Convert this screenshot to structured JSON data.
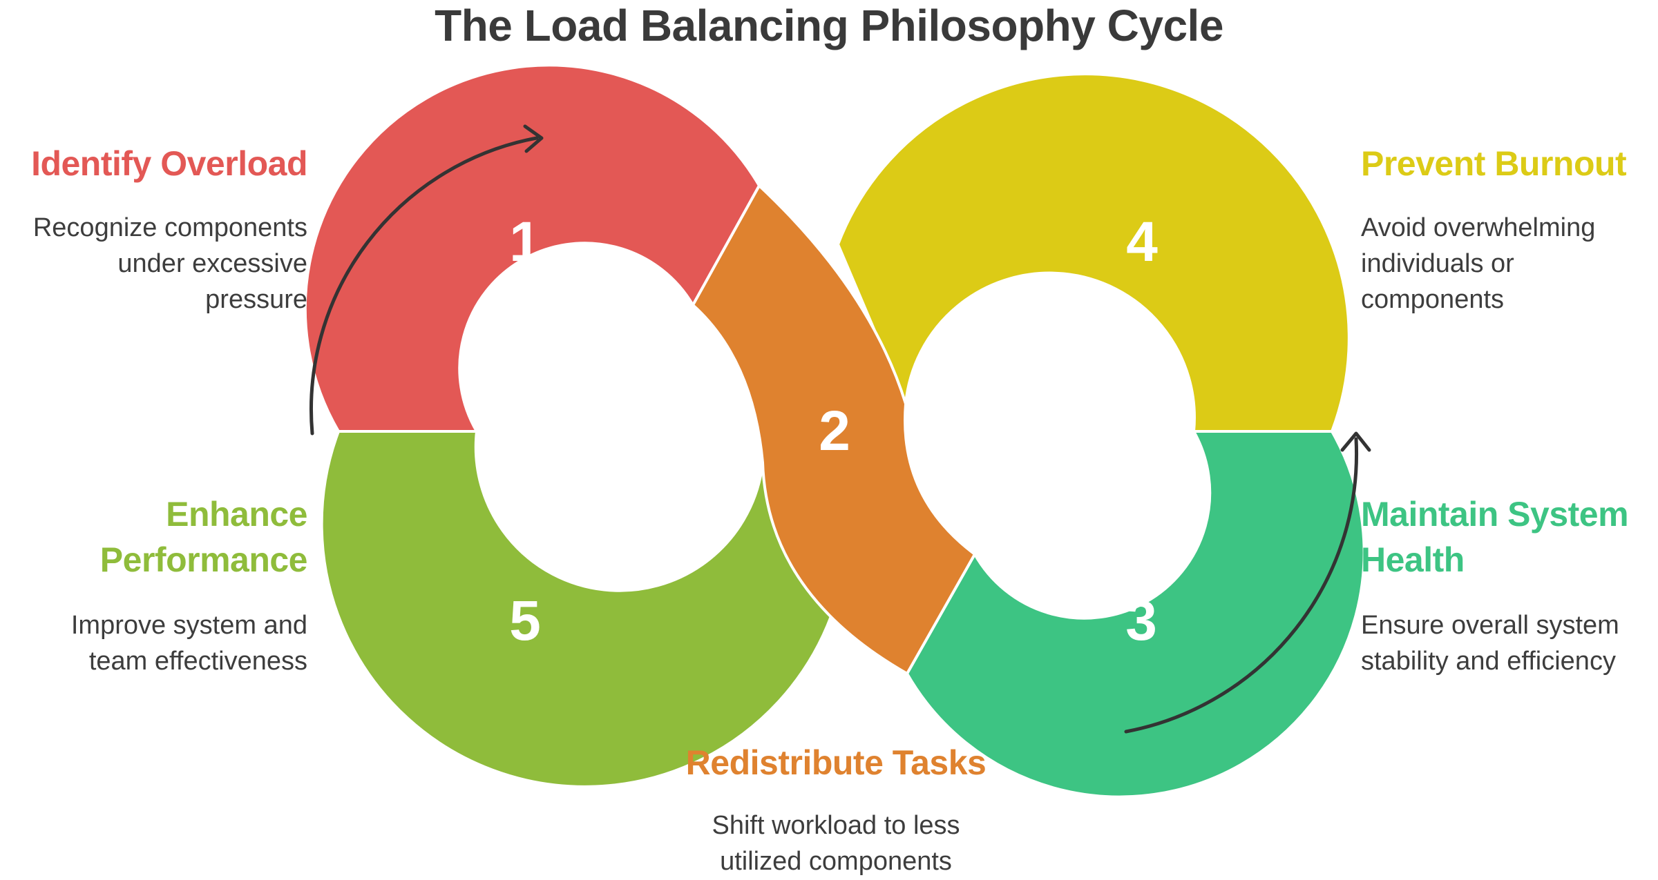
{
  "title": "The Load Balancing Philosophy Cycle",
  "steps": [
    {
      "number": "1",
      "heading": "Identify Overload",
      "description": [
        "Recognize components",
        "under excessive",
        "pressure"
      ],
      "color": "#E35855"
    },
    {
      "number": "2",
      "heading": "Redistribute Tasks",
      "description": [
        "Shift workload to less",
        "utilized components"
      ],
      "color": "#DF822F"
    },
    {
      "number": "3",
      "heading": [
        "Maintain System",
        "Health"
      ],
      "description": [
        "Ensure overall system",
        "stability and efficiency"
      ],
      "color": "#3DC483"
    },
    {
      "number": "4",
      "heading": "Prevent Burnout",
      "description": [
        "Avoid overwhelming",
        "individuals or",
        "components"
      ],
      "color": "#DCCB16"
    },
    {
      "number": "5",
      "heading": [
        "Enhance",
        "Performance"
      ],
      "description": [
        "Improve system and",
        "team effectiveness"
      ],
      "color": "#8FBC3B"
    }
  ],
  "arrow_color": "#333333"
}
